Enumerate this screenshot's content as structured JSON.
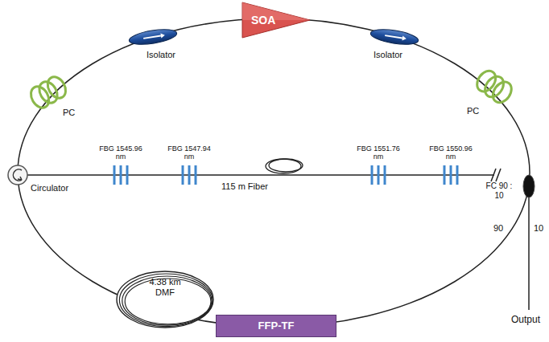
{
  "diagram": {
    "nodes": [
      {
        "text": [
          "SOA"
        ]
      },
      {
        "text": [
          "4.38 km DMF"
        ]
      },
      {
        "text": [
          "FFP-TF"
        ]
      }
    ],
    "labels": [
      "Isolator",
      "Isolator",
      "PC",
      "PC",
      "FBG 1545.96 nm",
      "FBG 1547.94 nm",
      "115 m Fiber",
      "FBG 1551.76 nm",
      "FBG 1550.96 nm",
      "FC 90 : 10",
      "Circulator",
      "90",
      "10",
      "Output"
    ]
  }
}
